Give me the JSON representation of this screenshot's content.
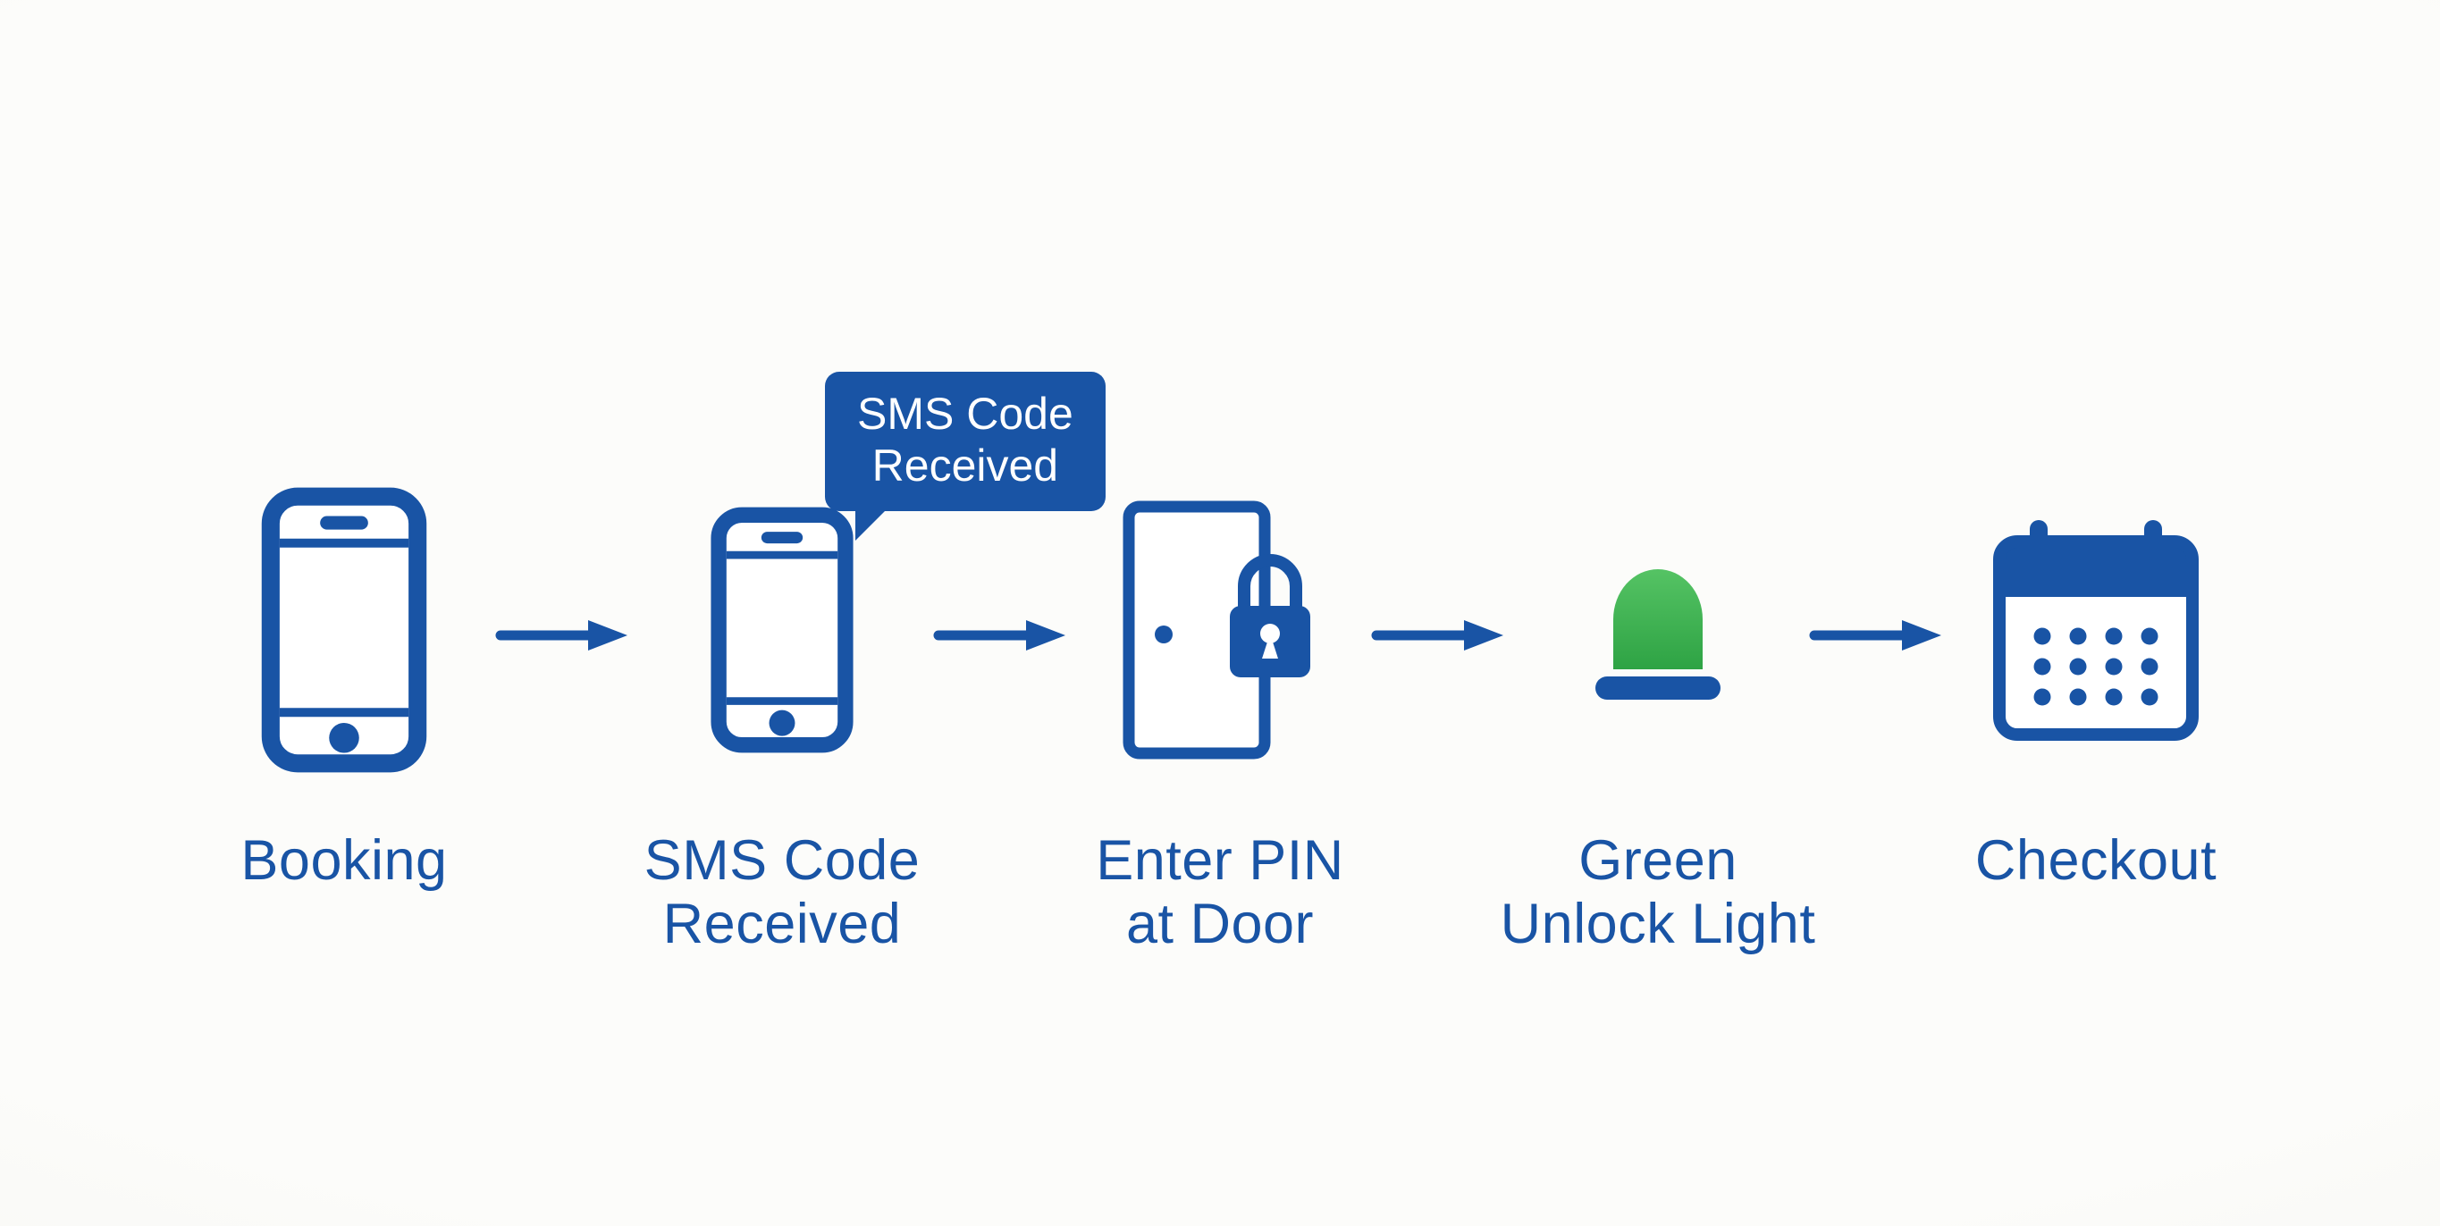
{
  "diagram": {
    "type": "process-flow",
    "direction": "left-to-right",
    "arrow_count": 4
  },
  "colors": {
    "blue": "#1954a5",
    "green": "#3eb44f",
    "background": "#fafaf7",
    "bubble_text": "#ffffff"
  },
  "bubble": {
    "lines": [
      "SMS Code",
      "Received"
    ]
  },
  "steps": [
    {
      "name": "booking",
      "icon": "smartphone-icon",
      "label_lines": [
        "Booking"
      ]
    },
    {
      "name": "sms-code-received",
      "icon": "smartphone-icon",
      "label_lines": [
        "SMS Code",
        "Received"
      ]
    },
    {
      "name": "enter-pin-at-door",
      "icon": "door-padlock-icon",
      "label_lines": [
        "Enter PIN",
        "at Door"
      ]
    },
    {
      "name": "green-unlock-light",
      "icon": "green-beacon-icon",
      "label_lines": [
        "Green",
        "Unlock Light"
      ]
    },
    {
      "name": "checkout",
      "icon": "calendar-icon",
      "label_lines": [
        "Checkout"
      ]
    }
  ]
}
